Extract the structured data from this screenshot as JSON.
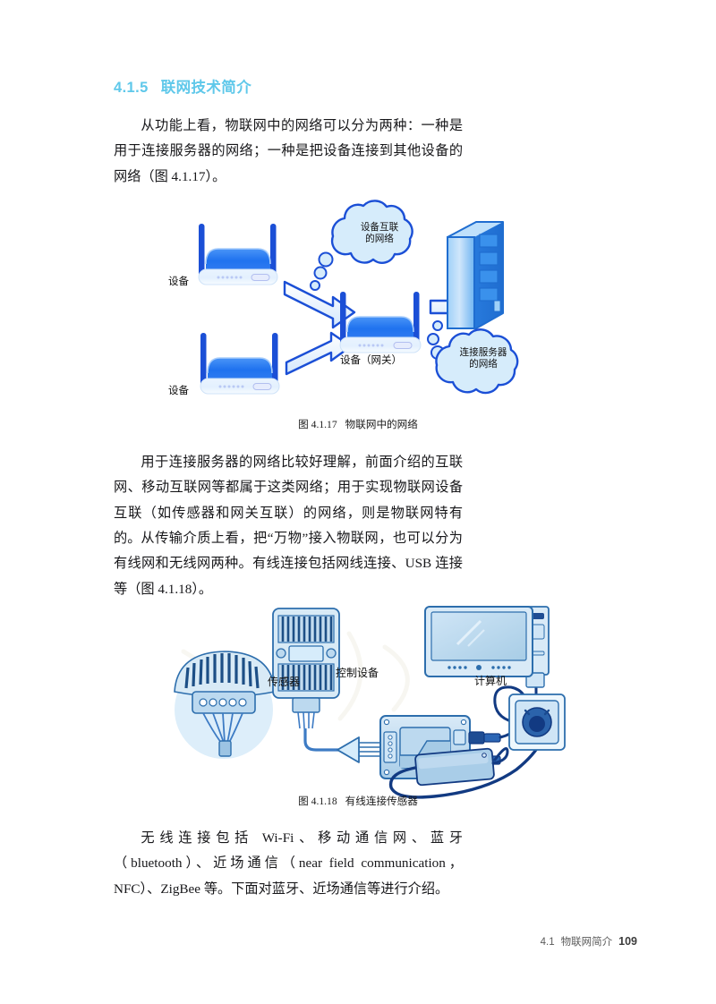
{
  "heading": {
    "number": "4.1.5",
    "title": "联网技术简介"
  },
  "paragraphs": {
    "p1": "从功能上看，物联网中的网络可以分为两种：一种是用于连接服务器的网络；一种是把设备连接到其他设备的网络（图 4.1.17）。",
    "p2": "用于连接服务器的网络比较好理解，前面介绍的互联网、移动互联网等都属于这类网络；用于实现物联网设备互联（如传感器和网关互联）的网络，则是物联网特有的。",
    "p3": "从传输介质上看，把“万物”接入物联网，也可以分为有线网和无线网两种。有线连接包括网线连接、USB 连接等（图 4.1.18）。",
    "p4": "无线连接包括 Wi-Fi、移动通信网、蓝牙（bluetooth）、近场通信（near field communication，NFC）、ZigBee 等。下面对蓝牙、近场通信等进行介绍。"
  },
  "figure1": {
    "caption_number": "图 4.1.17",
    "caption_title": "物联网中的网络",
    "labels": {
      "device_top": "设备",
      "device_bottom": "设备",
      "gateway": "设备（网关）",
      "cloud_left_line1": "设备互联",
      "cloud_left_line2": "的网络",
      "cloud_right_line1": "连接服务器",
      "cloud_right_line2": "的网络"
    }
  },
  "figure2": {
    "caption_number": "图 4.1.18",
    "caption_title": "有线连接传感器",
    "labels": {
      "sensor": "传感器",
      "control_device": "控制设备",
      "computer": "计算机"
    }
  },
  "footer": {
    "section": "4.1",
    "title": "物联网简介",
    "page": "109"
  },
  "colors": {
    "heading_blue": "#5fc8ea",
    "router_blue": "#2f7bf0",
    "antenna_blue": "#1b4fd6",
    "arrow_outline": "#1b4fd6",
    "arrow_fill": "#cfe4fb",
    "cloud_fill": "#d6ecfb",
    "cloud_outline": "#1b4fd6",
    "server_blue": "#2f86e8",
    "diagram2_dark": "#123a82",
    "diagram2_mid": "#3d7bc4",
    "diagram2_light": "#bcd9ef",
    "diagram2_pale": "#ddeefa"
  }
}
